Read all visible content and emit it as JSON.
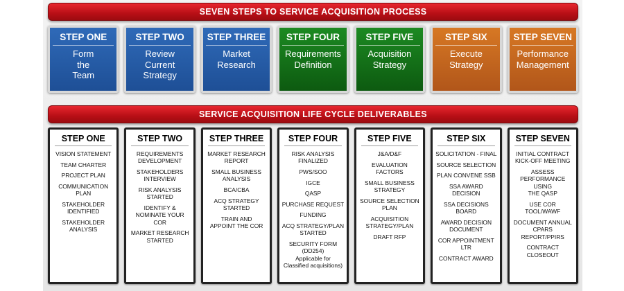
{
  "title": "SEVEN STEPS TO SERVICE ACQUISITION PROCESS",
  "subtitle": "SERVICE ACQUISITION LIFE CYCLE DELIVERABLES",
  "colors": {
    "blue": "#2f6ab8",
    "green": "#1c8a22",
    "orange": "#d77824",
    "banner": "#c8141c"
  },
  "steps": [
    {
      "title": "STEP ONE",
      "name": "Form\nthe\nTeam",
      "color": "blue"
    },
    {
      "title": "STEP TWO",
      "name": "Review\nCurrent\nStrategy",
      "color": "blue"
    },
    {
      "title": "STEP THREE",
      "name": "Market\nResearch",
      "color": "blue"
    },
    {
      "title": "STEP FOUR",
      "name": "Requirements\nDefinition",
      "color": "green"
    },
    {
      "title": "STEP FIVE",
      "name": "Acquisition\nStrategy",
      "color": "green"
    },
    {
      "title": "STEP SIX",
      "name": "Execute\nStrategy",
      "color": "orange"
    },
    {
      "title": "STEP SEVEN",
      "name": "Performance\nManagement",
      "color": "orange"
    }
  ],
  "deliverables": [
    {
      "title": "STEP ONE",
      "items": [
        "VISION STATEMENT",
        "TEAM CHARTER",
        "PROJECT PLAN",
        "COMMUNICATION\nPLAN",
        "STAKEHOLDER\nIDENTIFIED",
        "STAKEHOLDER\nANALYSIS"
      ]
    },
    {
      "title": "STEP TWO",
      "items": [
        "REQUIREMENTS\nDEVELOPMENT",
        "STAKEHOLDERS\nINTERVIEW",
        "RISK ANALYSIS\nSTARTED",
        "IDENTIFY &\nNOMINATE YOUR COR",
        "MARKET RESEARCH\nSTARTED"
      ]
    },
    {
      "title": "STEP THREE",
      "items": [
        "MARKET RESEARCH\nREPORT",
        "SMALL BUSINESS\nANALYSIS",
        "BCA/CBA",
        "ACQ STRATEGY\nSTARTED",
        "TRAIN AND\nAPPOINT THE COR"
      ]
    },
    {
      "title": "STEP FOUR",
      "items": [
        "RISK ANALYSIS\nFINALIZED",
        "PWS/SOO",
        "IGCE",
        "QASP",
        "PURCHASE REQUEST",
        "FUNDING",
        "ACQ STRATEGY/PLAN\nSTARTED",
        "SECURITY FORM\n(DD254)\nApplicable for\nClassified acquisitions)"
      ]
    },
    {
      "title": "STEP FIVE",
      "items": [
        "J&A/D&F",
        "EVALUATION FACTORS",
        "SMALL BUSINESS\nSTRATEGY",
        "SOURCE SELECTION\nPLAN",
        "ACQUISITION\nSTRATEGY/PLAN",
        "DRAFT RFP"
      ]
    },
    {
      "title": "STEP SIX",
      "items": [
        "SOLICITATION - FINAL",
        "SOURCE SELECTION",
        "PLAN CONVENE SSB",
        "SSA AWARD DECISION",
        "SSA DECISIONS BOARD",
        "AWARD DECISION\nDOCUMENT",
        "COR APPOINTMENT\nLTR",
        "CONTRACT AWARD"
      ]
    },
    {
      "title": "STEP SEVEN",
      "items": [
        "INITIAL CONTRACT\nKICK-OFF MEETING",
        "ASSESS\nPERFORMANCE USING\nTHE QASP",
        "USE COR TOOL/WAWF",
        "DOCUMENT ANNUAL\nCPARS REPORT/PPIRS",
        "CONTRACT CLOSEOUT"
      ]
    }
  ]
}
